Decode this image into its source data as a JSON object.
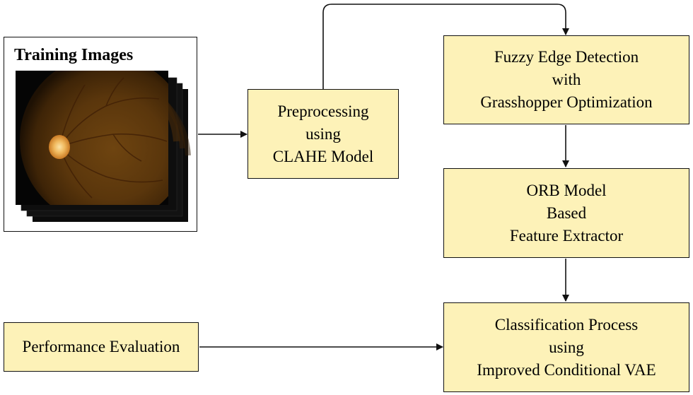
{
  "training": {
    "title": "Training Images"
  },
  "boxes": {
    "preprocessing": [
      "Preprocessing",
      "using",
      "CLAHE Model"
    ],
    "fuzzy": [
      "Fuzzy Edge Detection",
      "with",
      "Grasshopper Optimization"
    ],
    "orb": [
      "ORB Model",
      "Based",
      "Feature Extractor"
    ],
    "classification": [
      "Classification Process",
      "using",
      "Improved Conditional VAE"
    ],
    "performance": [
      "Performance Evaluation"
    ]
  },
  "colors": {
    "box_fill": "#fdf2b8",
    "border": "#111111",
    "fundus_orange": "#7a4a12",
    "optic_disc": "#f2c87a"
  }
}
